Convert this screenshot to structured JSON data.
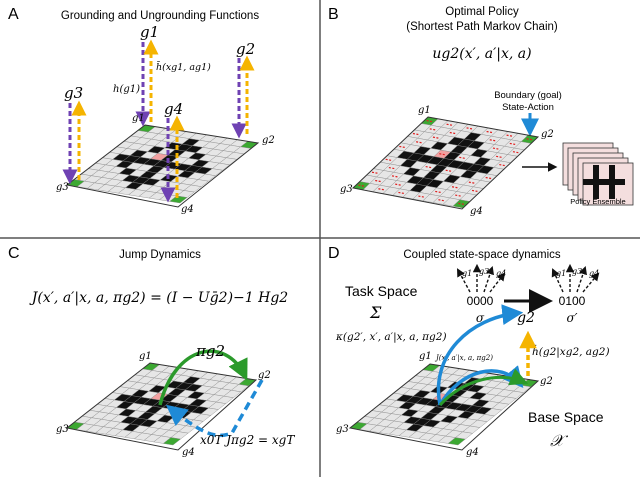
{
  "panels": {
    "A": {
      "letter": "A",
      "title": "Grounding and Ungrounding Functions",
      "labels": {
        "g1": "g1",
        "g2": "g2",
        "g3": "g3",
        "g4": "g4",
        "h": "h(g1)",
        "hbar": "h̄(xg1, ag1)"
      }
    },
    "B": {
      "letter": "B",
      "title_line1": "Optimal Policy",
      "title_line2": "(Shortest Path Markov Chain)",
      "formula": "ug2(x′, a′|x, a)",
      "boundary_line1": "Boundary (goal)",
      "boundary_line2": "State-Action",
      "ensemble_label": "Policy Ensemble",
      "labels": {
        "g1": "g1",
        "g2": "g2",
        "g3": "g3",
        "g4": "g4"
      }
    },
    "C": {
      "letter": "C",
      "title": "Jump Dynamics",
      "formula": "J(x′, a′|x, a, πg2) = (I − Uḡ2)−1 Hg2",
      "pi": "πg2",
      "xform": "x0T Jπg2 = xgT",
      "labels": {
        "g1": "g1",
        "g2": "g2",
        "g3": "g3",
        "g4": "g4"
      }
    },
    "D": {
      "letter": "D",
      "title": "Coupled state-space dynamics",
      "task_space": "Task Space",
      "sigma_symbol": "Σ",
      "state_left": "0000",
      "state_right": "0100",
      "sigma": "σ",
      "sigma_prime": "σ′",
      "g2_node": "g2",
      "kappa": "κ(g2′, x′, a′|x, a, πg2)",
      "jump_small": "J(x′, a′|x, a, πg2)",
      "hbar": "h̄(g2|xg2, ag2)",
      "base_space": "Base Space",
      "base_symbol": "𝒳",
      "arrow_labels_left": [
        "g1",
        "g3",
        "g4"
      ],
      "arrow_labels_right": [
        "g1",
        "g3",
        "g4"
      ],
      "labels": {
        "g1": "g1",
        "g2": "g2",
        "g3": "g3",
        "g4": "g4"
      }
    }
  },
  "colors": {
    "purple": "#6f42b3",
    "gold": "#f5b400",
    "blue": "#1f8ad6",
    "green": "#2b9a2b",
    "red": "#e02020",
    "cell_light": "#e6e6e6",
    "cell_dark": "#111111",
    "corner": "#3ca832"
  }
}
